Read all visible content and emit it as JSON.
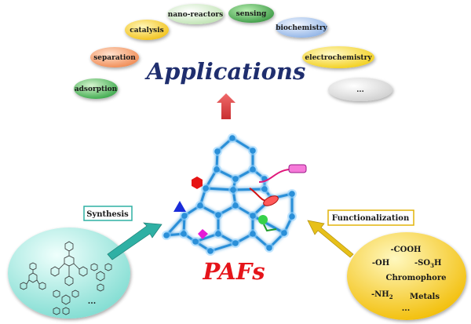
{
  "title": "Applications",
  "center_label": "PAFs",
  "applications": [
    {
      "label": "adsorption",
      "color": "#3aa84a"
    },
    {
      "label": "separation",
      "color": "#f08a52"
    },
    {
      "label": "catalysis",
      "color": "#f2c21a"
    },
    {
      "label": "nano-reactors",
      "color": "#d8efd0"
    },
    {
      "label": "sensing",
      "color": "#3c9a45"
    },
    {
      "label": "biochemistry",
      "color": "#a9c4ec"
    },
    {
      "label": "electrochemistry",
      "color": "#f7d630"
    },
    {
      "label": "...",
      "color": "#e2e2e2"
    }
  ],
  "synthesis": {
    "label": "Synthesis",
    "ellipsis": "...",
    "color": "#8fe3da"
  },
  "functionalization": {
    "label": "Functionalization",
    "color": "#f4c40f",
    "groups": {
      "cooh": "-COOH",
      "oh": "-OH",
      "so3h_main": "-SO",
      "so3h_sub": "3",
      "so3h_end": "H",
      "chromophore": "Chromophore",
      "nh2_main": "-NH",
      "nh2_sub": "2",
      "metals": "Metals",
      "ellipsis": "..."
    }
  },
  "colors": {
    "framework_node": "#2a8fd8",
    "framework_glow": "#8fd2ff",
    "title": "#1f2e6e",
    "pafs": "#e5141a",
    "up_arrow": "#e2474a",
    "synthesis_arrow": "#2fb0a4",
    "func_arrow": "#e7c019"
  }
}
